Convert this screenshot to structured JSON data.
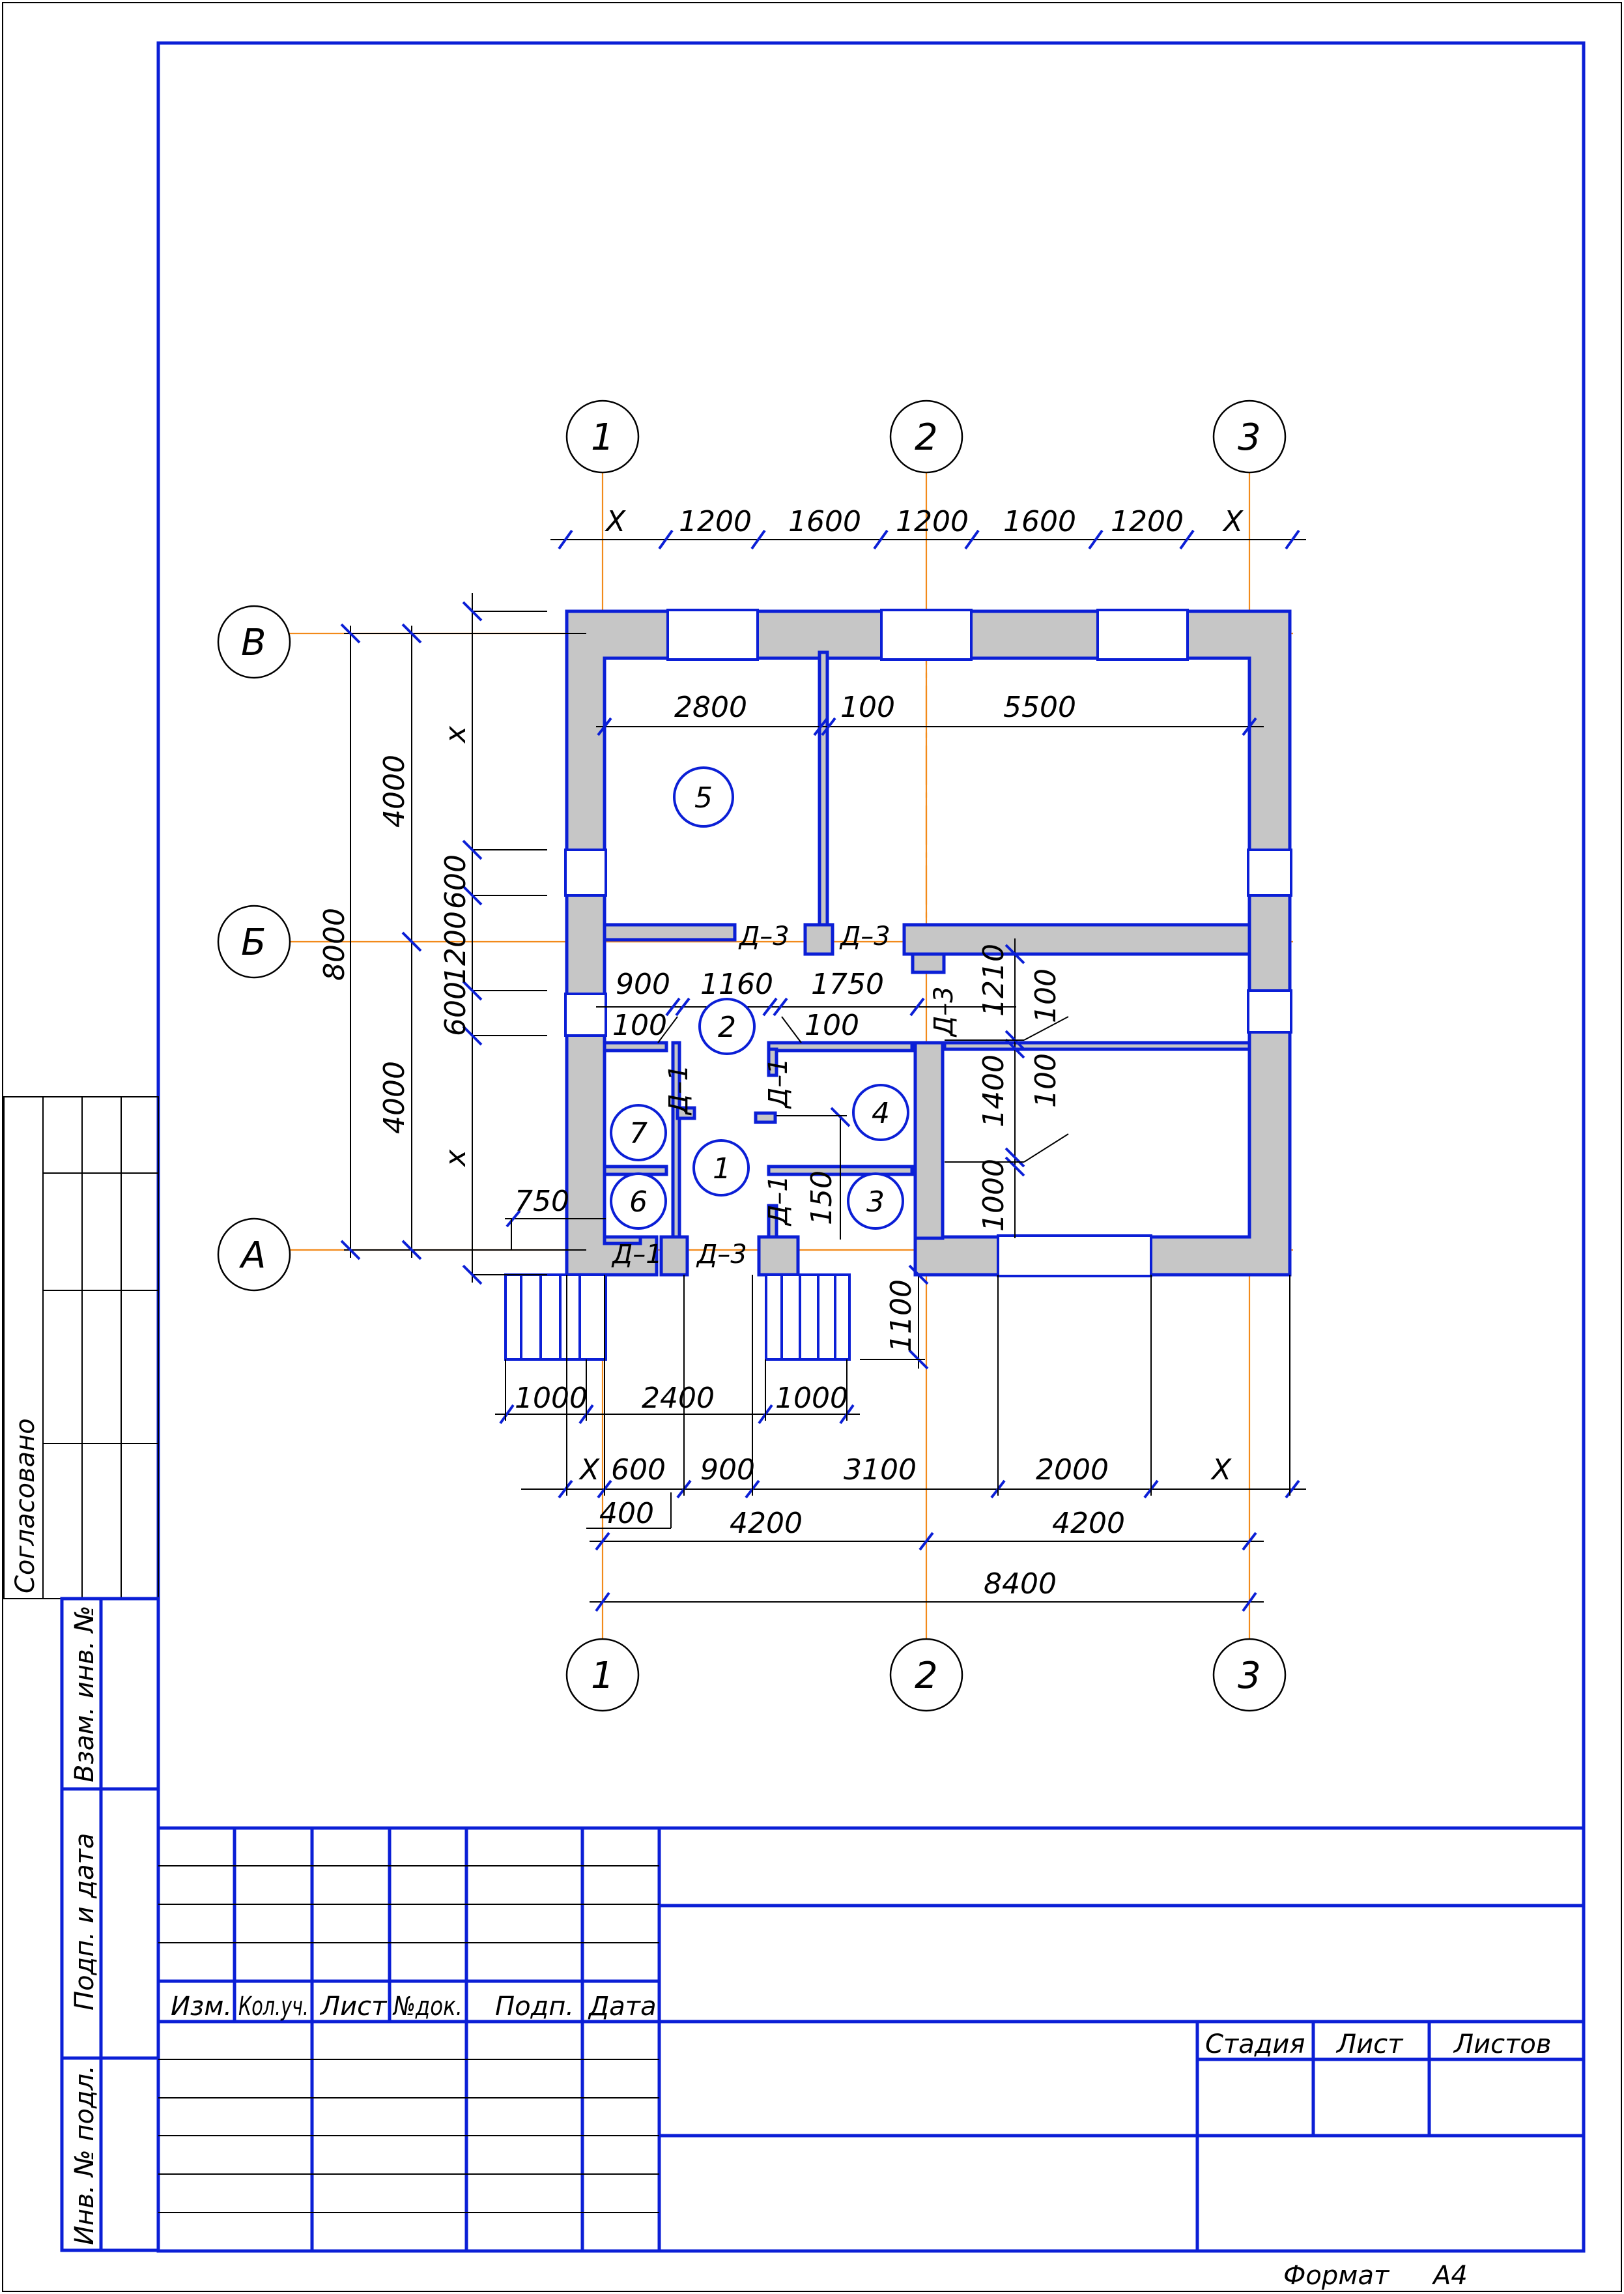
{
  "axes": {
    "vertical": [
      "1",
      "2",
      "3"
    ],
    "horizontal": [
      "В",
      "Б",
      "А"
    ]
  },
  "rooms": [
    "1",
    "2",
    "3",
    "4",
    "5",
    "6",
    "7"
  ],
  "doors": {
    "d1": "Д–1",
    "d3": "Д–3"
  },
  "dimensions": {
    "top": [
      "X",
      "1200",
      "1600",
      "1200",
      "1600",
      "1200",
      "X"
    ],
    "left_outer": "8000",
    "left_mid": [
      "4000",
      "4000"
    ],
    "left_inner": [
      "x",
      "600",
      "1200",
      "600",
      "x"
    ],
    "interior": [
      "2800",
      "100",
      "5500",
      "900",
      "1160",
      "1750",
      "100",
      "100",
      "1210",
      "100",
      "1400",
      "100",
      "1000",
      "150",
      "750"
    ],
    "porch": [
      "1000",
      "2400",
      "1000",
      "1100"
    ],
    "bottom_row1": [
      "X",
      "600",
      "900",
      "3100",
      "2000",
      "X",
      "400"
    ],
    "bottom_row2": [
      "4200",
      "4200"
    ],
    "bottom_total": "8400"
  },
  "title_block": {
    "side_label": "Согласовано",
    "side_fields": [
      "Взам. инв. №",
      "Подп. и дата",
      "Инв. № подл."
    ],
    "columns": [
      "Изм.",
      "Кол.уч.",
      "Лист",
      "№док.",
      "Подп.",
      "Дата"
    ],
    "stage_cols": [
      "Стадия",
      "Лист",
      "Листов"
    ],
    "format_label": "Формат",
    "format_value": "А4"
  },
  "colors": {
    "frame": "#0b1fd6",
    "axis": "#f28a1a",
    "wall_fill": "#c6c6c6"
  }
}
